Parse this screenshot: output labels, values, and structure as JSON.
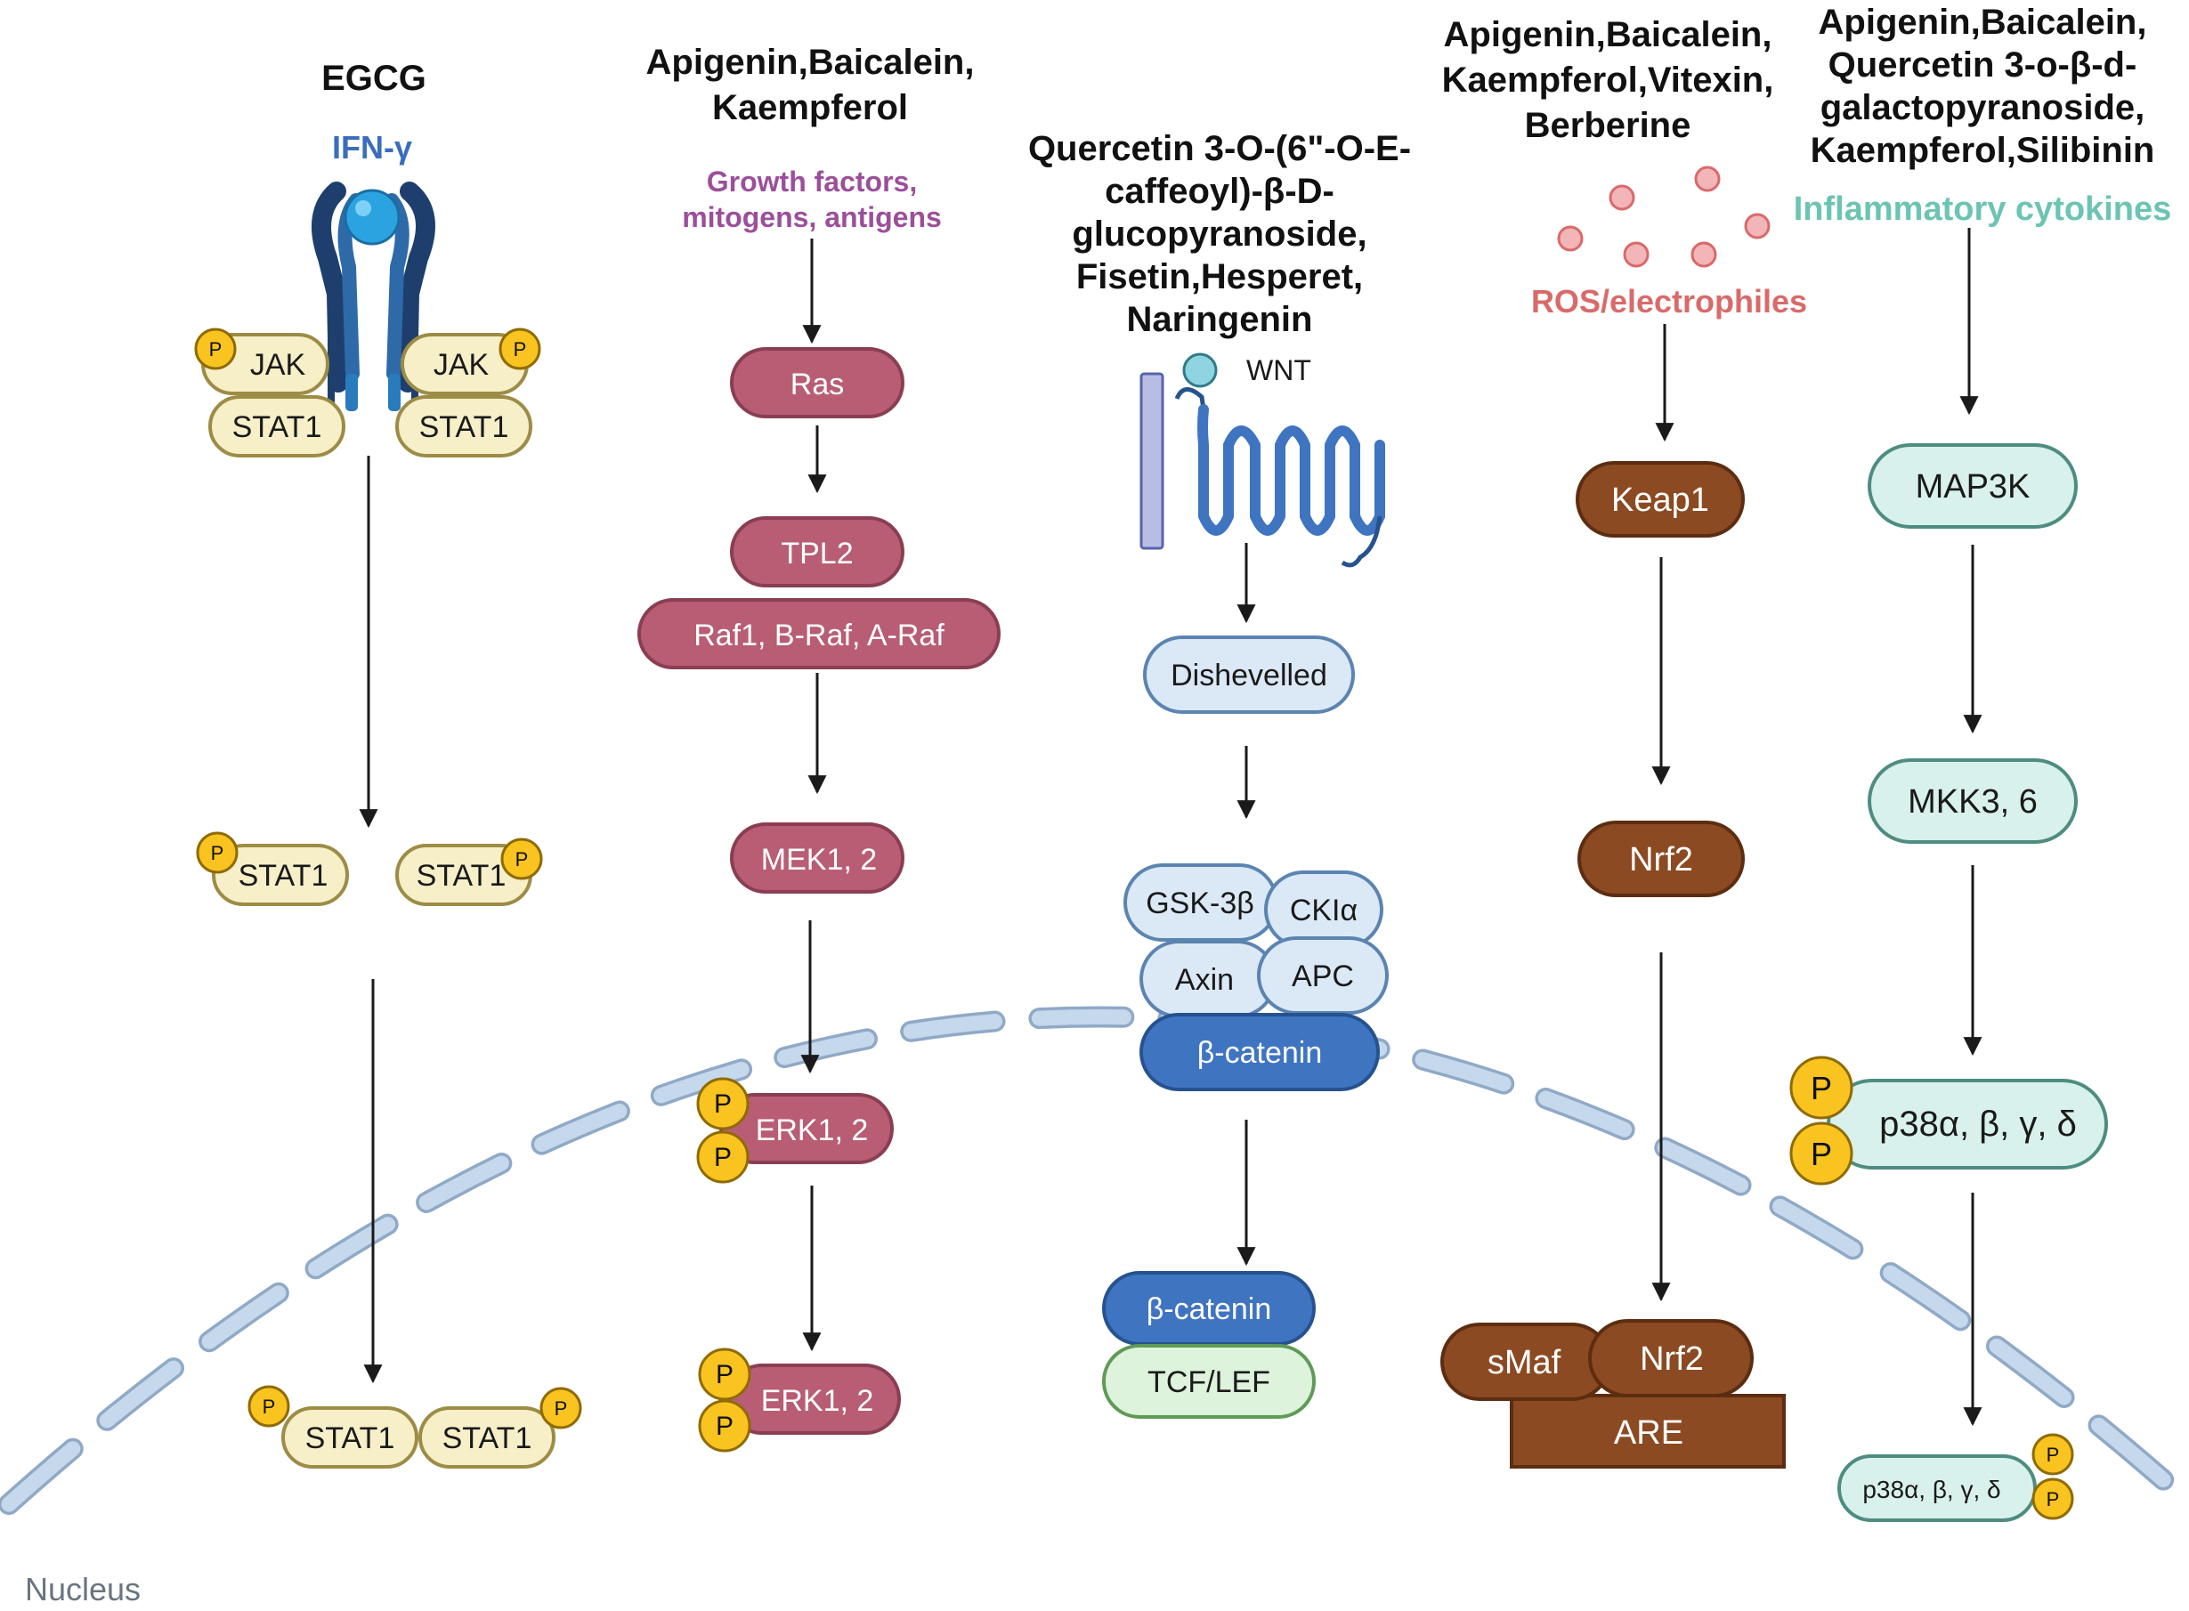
{
  "colors": {
    "stat_fill": "#f6efc8",
    "stat_stroke": "#9c8c45",
    "red_fill": "#b85d74",
    "red_stroke": "#8a3e52",
    "blue_light_fill": "#dbe9f6",
    "blue_light_stroke": "#5b84b1",
    "blue_dark_fill": "#3f74c1",
    "blue_dark_stroke": "#26528f",
    "green_light_fill": "#ddf3dc",
    "green_light_stroke": "#5f9a56",
    "brown_fill": "#8b4a22",
    "brown_stroke": "#5c2d10",
    "teal_fill": "#d9f1ec",
    "teal_stroke": "#4d8d80",
    "phospho_fill": "#f9c320",
    "phospho_stroke": "#8f6b06",
    "membrane_dash": "#c5d8ec",
    "membrane_stroke": "#8fa9c6",
    "ifn_color": "#3a6ebc",
    "growth_color": "#9b4f9a",
    "ros_color": "#d96a6a",
    "inflam_color": "#6cc4b2"
  },
  "jak_stat": {
    "drugs": "EGCG",
    "ligand": "IFN-γ",
    "jak_left": "JAK",
    "jak_right": "JAK",
    "stat_top_left": "STAT1",
    "stat_top_right": "STAT1",
    "stat_mid_left": "STAT1",
    "stat_mid_right": "STAT1",
    "stat_nuc_left": "STAT1",
    "stat_nuc_right": "STAT1",
    "p": "P"
  },
  "mapk_erk": {
    "drugs_line1": "Apigenin,Baicalein,",
    "drugs_line2": "Kaempferol",
    "stimulus_line1": "Growth factors,",
    "stimulus_line2": "mitogens, antigens",
    "ras": "Ras",
    "tpl2": "TPL2",
    "raf": "Raf1, B-Raf, A-Raf",
    "mek": "MEK1, 2",
    "erk_cyto": "ERK1, 2",
    "erk_nuc": "ERK1, 2",
    "p": "P"
  },
  "wnt": {
    "drugs_line1": "Quercetin 3-O-(6\"-O-E-",
    "drugs_line2": "caffeoyl)-β-D-",
    "drugs_line3": "glucopyranoside,",
    "drugs_line4": "Fisetin,Hesperet,",
    "drugs_line5": "Naringenin",
    "ligand": "WNT",
    "dishevelled": "Dishevelled",
    "gsk": "GSK-3β",
    "ckia": "CKIα",
    "axin": "Axin",
    "apc": "APC",
    "bcat_cyto": "β-catenin",
    "bcat_nuc": "β-catenin",
    "tcf": "TCF/LEF"
  },
  "nrf2": {
    "drugs_line1": "Apigenin,Baicalein,",
    "drugs_line2": "Kaempferol,Vitexin,",
    "drugs_line3": "Berberine",
    "stimulus": "ROS/electrophiles",
    "keap1": "Keap1",
    "nrf2_cyto": "Nrf2",
    "smaf": "sMaf",
    "nrf2_nuc": "Nrf2",
    "are": "ARE"
  },
  "p38": {
    "drugs_line1": "Apigenin,Baicalein,",
    "drugs_line2": "Quercetin 3-o-β-d-",
    "drugs_line3": "galactopyranoside,",
    "drugs_line4": "Kaempferol,Silibinin",
    "stimulus": "Inflammatory cytokines",
    "map3k": "MAP3K",
    "mkk": "MKK3, 6",
    "p38_cyto": "p38α, β, γ, δ",
    "p38_nuc": "p38α, β, γ, δ",
    "p": "P"
  },
  "nucleus_label": "Nucleus"
}
